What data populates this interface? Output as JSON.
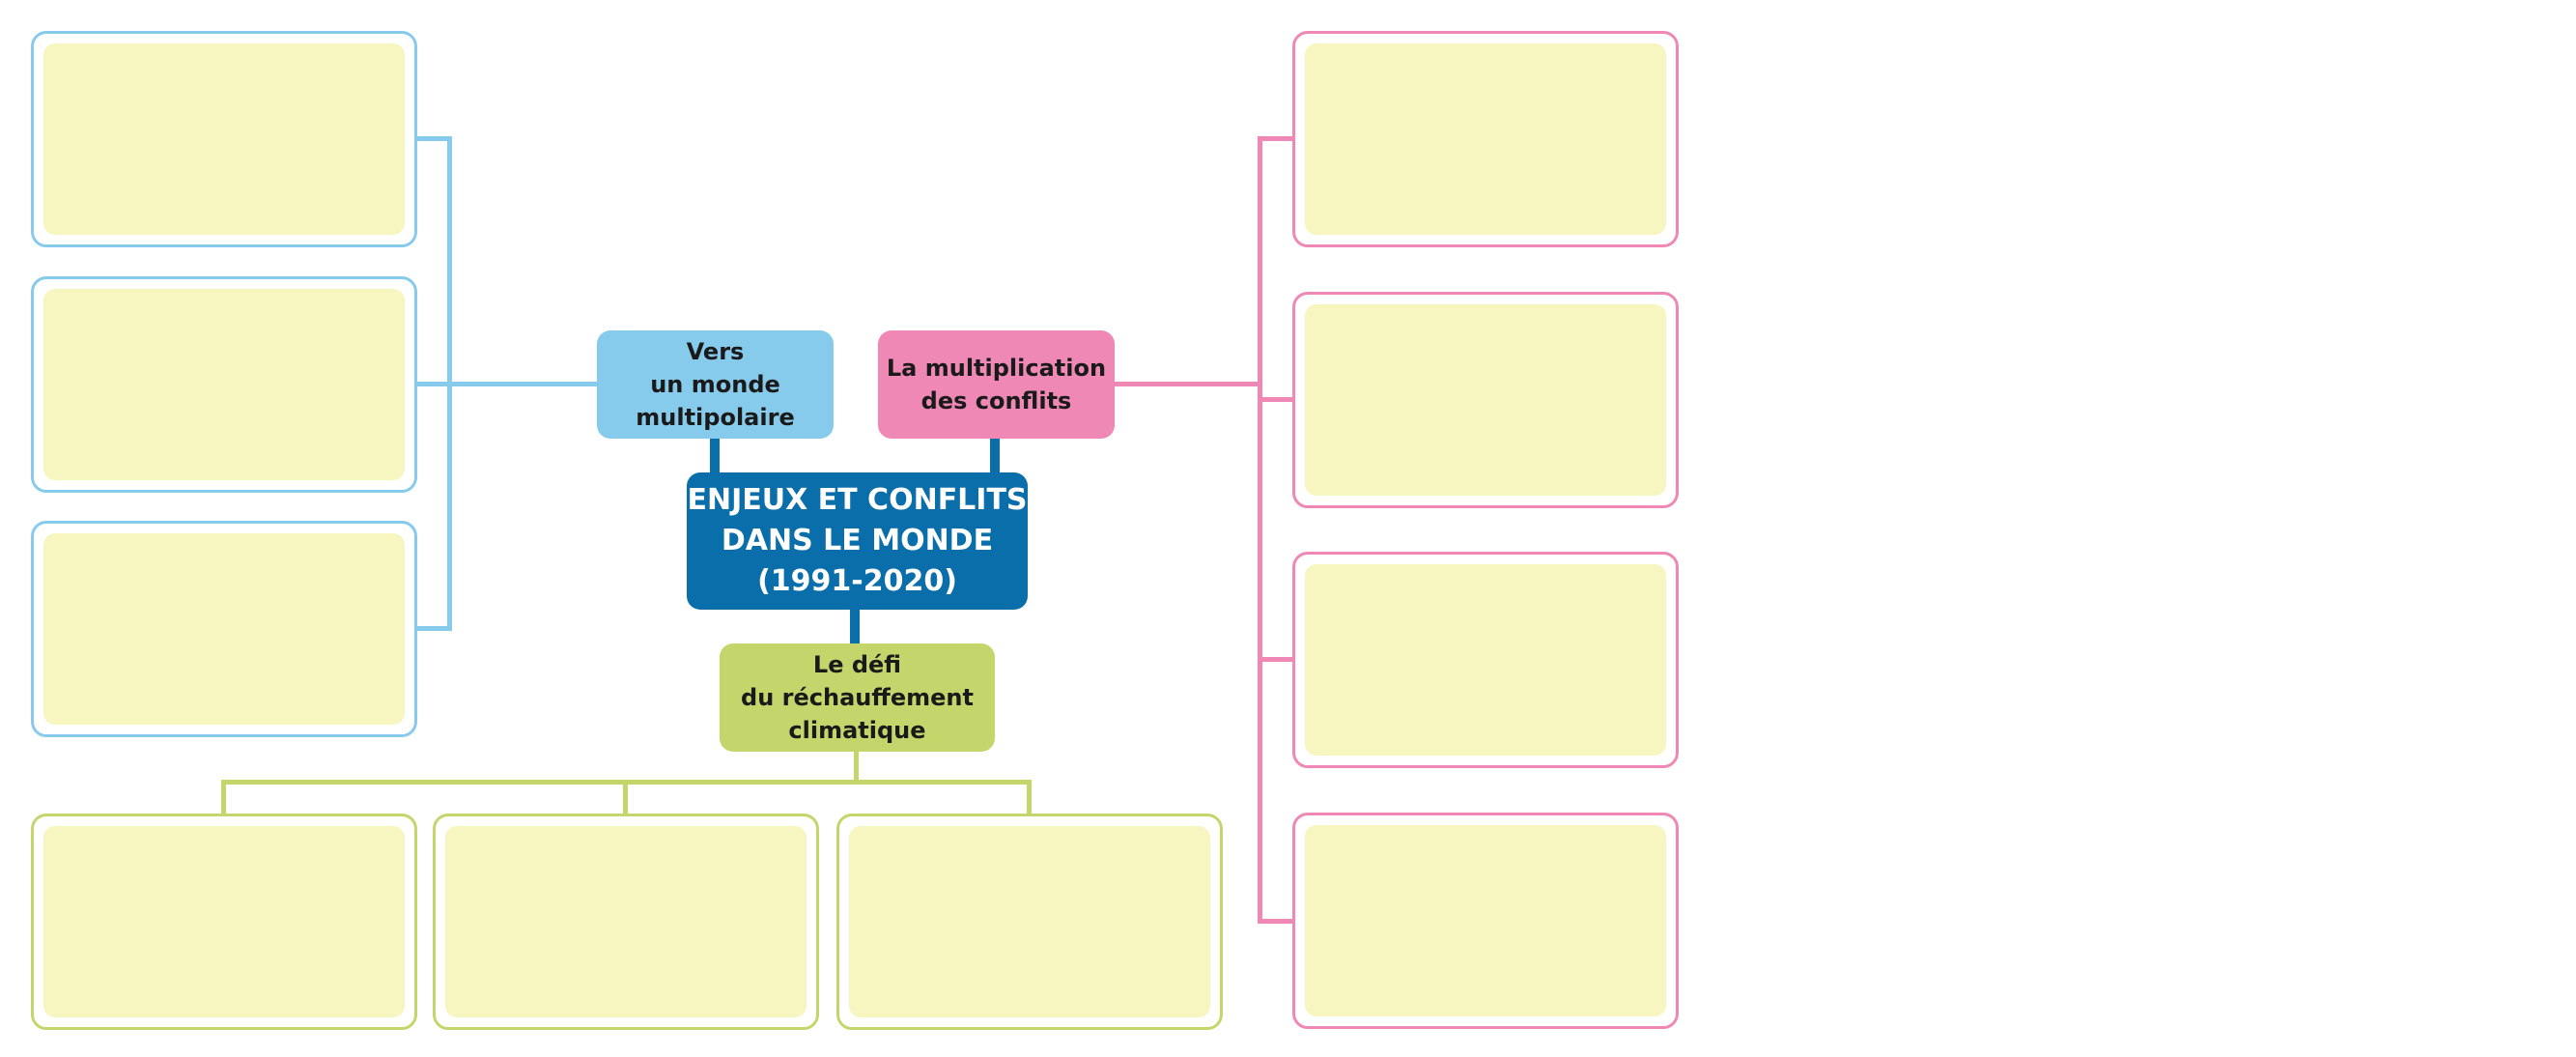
{
  "colors": {
    "branch_blue": "#87cbec",
    "branch_pink": "#ef88b5",
    "branch_green": "#c4d66b",
    "center": "#0a6eab",
    "placeholder_fill": "#f7f5c0"
  },
  "center": {
    "lines": [
      "ENJEUX ET CONFLITS",
      "DANS LE MONDE",
      "(1991-2020)"
    ]
  },
  "branches": {
    "multipolar": {
      "lines": [
        "Vers",
        "un monde",
        "multipolaire"
      ]
    },
    "conflicts": {
      "lines": [
        "La multiplication",
        "des conflits"
      ]
    },
    "climate": {
      "lines": [
        "Le défi",
        "du réchauffement",
        "climatique"
      ]
    }
  }
}
